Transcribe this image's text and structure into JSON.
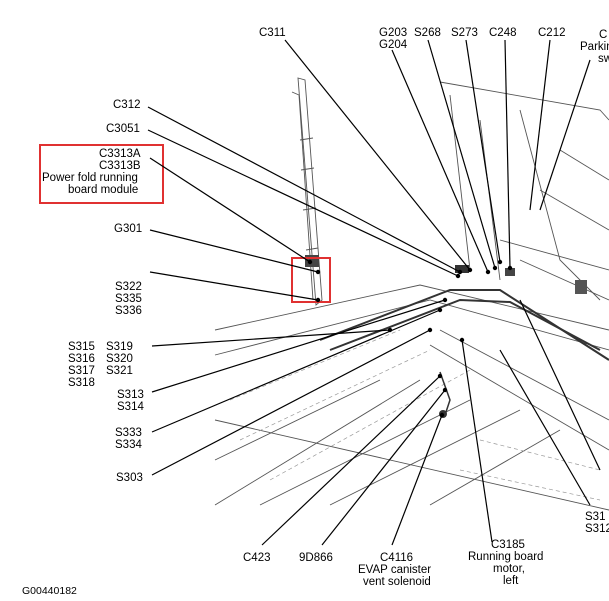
{
  "figure_id": "G00440182",
  "highlight_color": "#e03131",
  "labels": {
    "c311": "C311",
    "g203": "G203",
    "g204": "G204",
    "s268": "S268",
    "s273": "S273",
    "c248": "C248",
    "c212": "C212",
    "parking_1": "C",
    "parking_2": "Parking",
    "parking_3": "sw",
    "c312": "C312",
    "c3051": "C3051",
    "c3313a": "C3313A",
    "c3313b": "C3313B",
    "pf1": "Power fold running",
    "pf2": "board module",
    "g301": "G301",
    "s322": "S322",
    "s335": "S335",
    "s336": "S336",
    "s315": "S315",
    "s316": "S316",
    "s317": "S317",
    "s318": "S318",
    "s319": "S319",
    "s320": "S320",
    "s321": "S321",
    "s313": "S313",
    "s314": "S314",
    "s333": "S333",
    "s334": "S334",
    "s303": "S303",
    "c423": "C423",
    "n9d866": "9D866",
    "c4116_1": "C4116",
    "c4116_2": "EVAP canister",
    "c4116_3": "vent solenoid",
    "c3185_1": "C3185",
    "c3185_2": "Running board",
    "c3185_3": "motor,",
    "c3185_4": "left",
    "s311": "S31",
    "s312": "S312"
  }
}
